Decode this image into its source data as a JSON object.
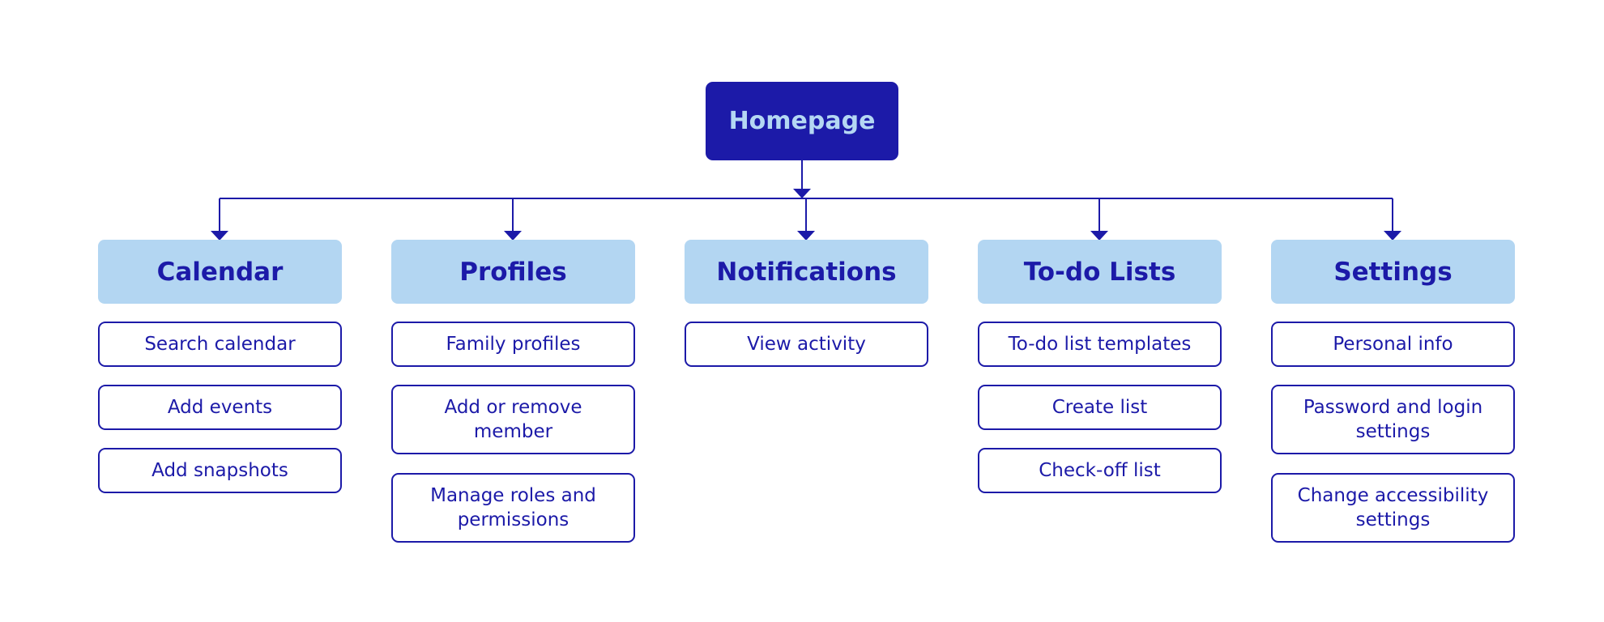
{
  "colors": {
    "primary": "#1c1aa8",
    "section_fill": "#b3d6f2",
    "root_text": "#b4d7f3",
    "page_fill": "#ffffff"
  },
  "root": {
    "label": "Homepage"
  },
  "sections": [
    {
      "label": "Calendar",
      "pages": [
        "Search calendar",
        "Add events",
        "Add snapshots"
      ]
    },
    {
      "label": "Profiles",
      "pages": [
        "Family profiles",
        "Add or remove member",
        "Manage roles and permissions"
      ]
    },
    {
      "label": "Notifications",
      "pages": [
        "View activity"
      ]
    },
    {
      "label": "To-do Lists",
      "pages": [
        "To-do list templates",
        "Create list",
        "Check-off list"
      ]
    },
    {
      "label": "Settings",
      "pages": [
        "Personal info",
        "Password and login settings",
        "Change accessibility settings"
      ]
    }
  ]
}
